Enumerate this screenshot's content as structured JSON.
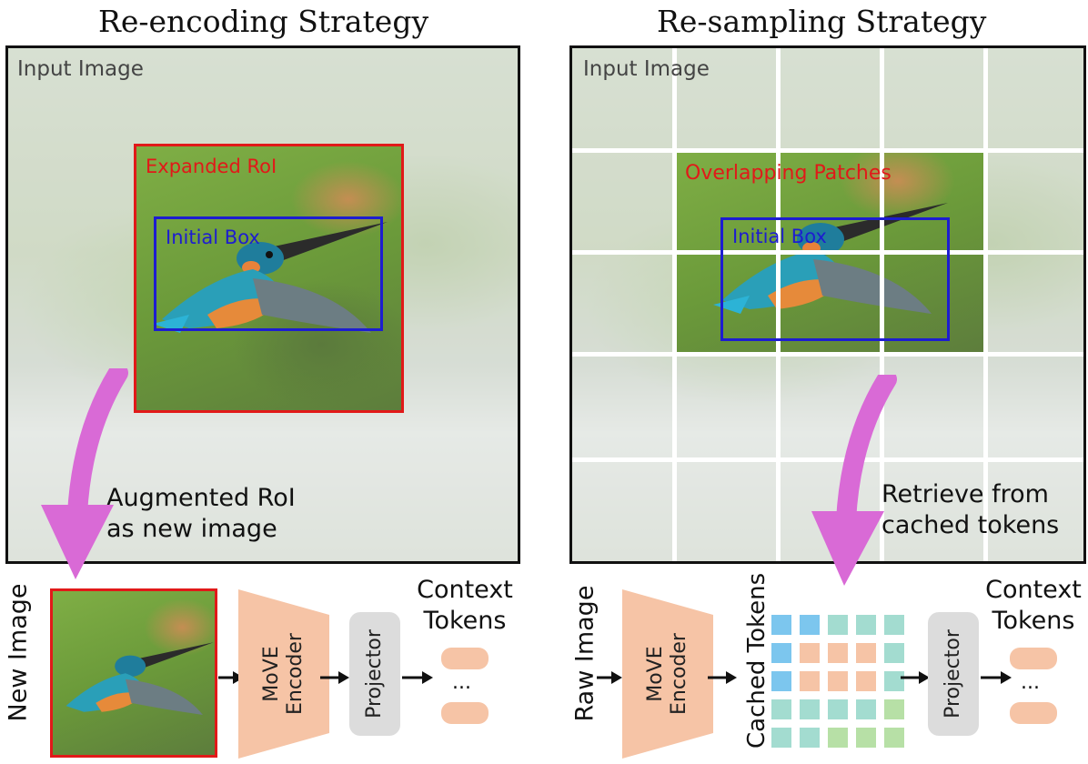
{
  "left": {
    "title": "Re-encoding Strategy",
    "panel_label": "Input Image",
    "expanded_roi_label": "Expanded RoI",
    "initial_box_label": "Initial Box",
    "augmented_label_line1": "Augmented RoI",
    "augmented_label_line2": "as new image",
    "new_image_label": "New Image",
    "encoder_line1": "MoVE",
    "encoder_line2": "Encoder",
    "projector_label": "Projector",
    "context_line1": "Context",
    "context_line2": "Tokens",
    "ellipsis": "..."
  },
  "right": {
    "title": "Re-sampling Strategy",
    "panel_label": "Input Image",
    "overlap_label": "Overlapping Patches",
    "initial_box_label": "Initial Box",
    "retrieve_line1": "Retrieve from",
    "retrieve_line2": "cached tokens",
    "raw_image_label": "Raw Image",
    "encoder_line1": "MoVE",
    "encoder_line2": "Encoder",
    "cached_tokens_label": "Cached Tokens",
    "projector_label": "Projector",
    "context_line1": "Context",
    "context_line2": "Tokens",
    "ellipsis": "..."
  },
  "colors": {
    "roi_red": "#e11919",
    "box_blue": "#1d1dd0",
    "arrow_magenta": "#d96ad6",
    "encoder_peach": "#f6c4a6",
    "projector_gray": "#dcdcdc",
    "token_blue": "#7cc6ee",
    "token_peach": "#f6c4a6",
    "token_teal": "#a3dcd0",
    "token_green": "#b7e0a6"
  }
}
